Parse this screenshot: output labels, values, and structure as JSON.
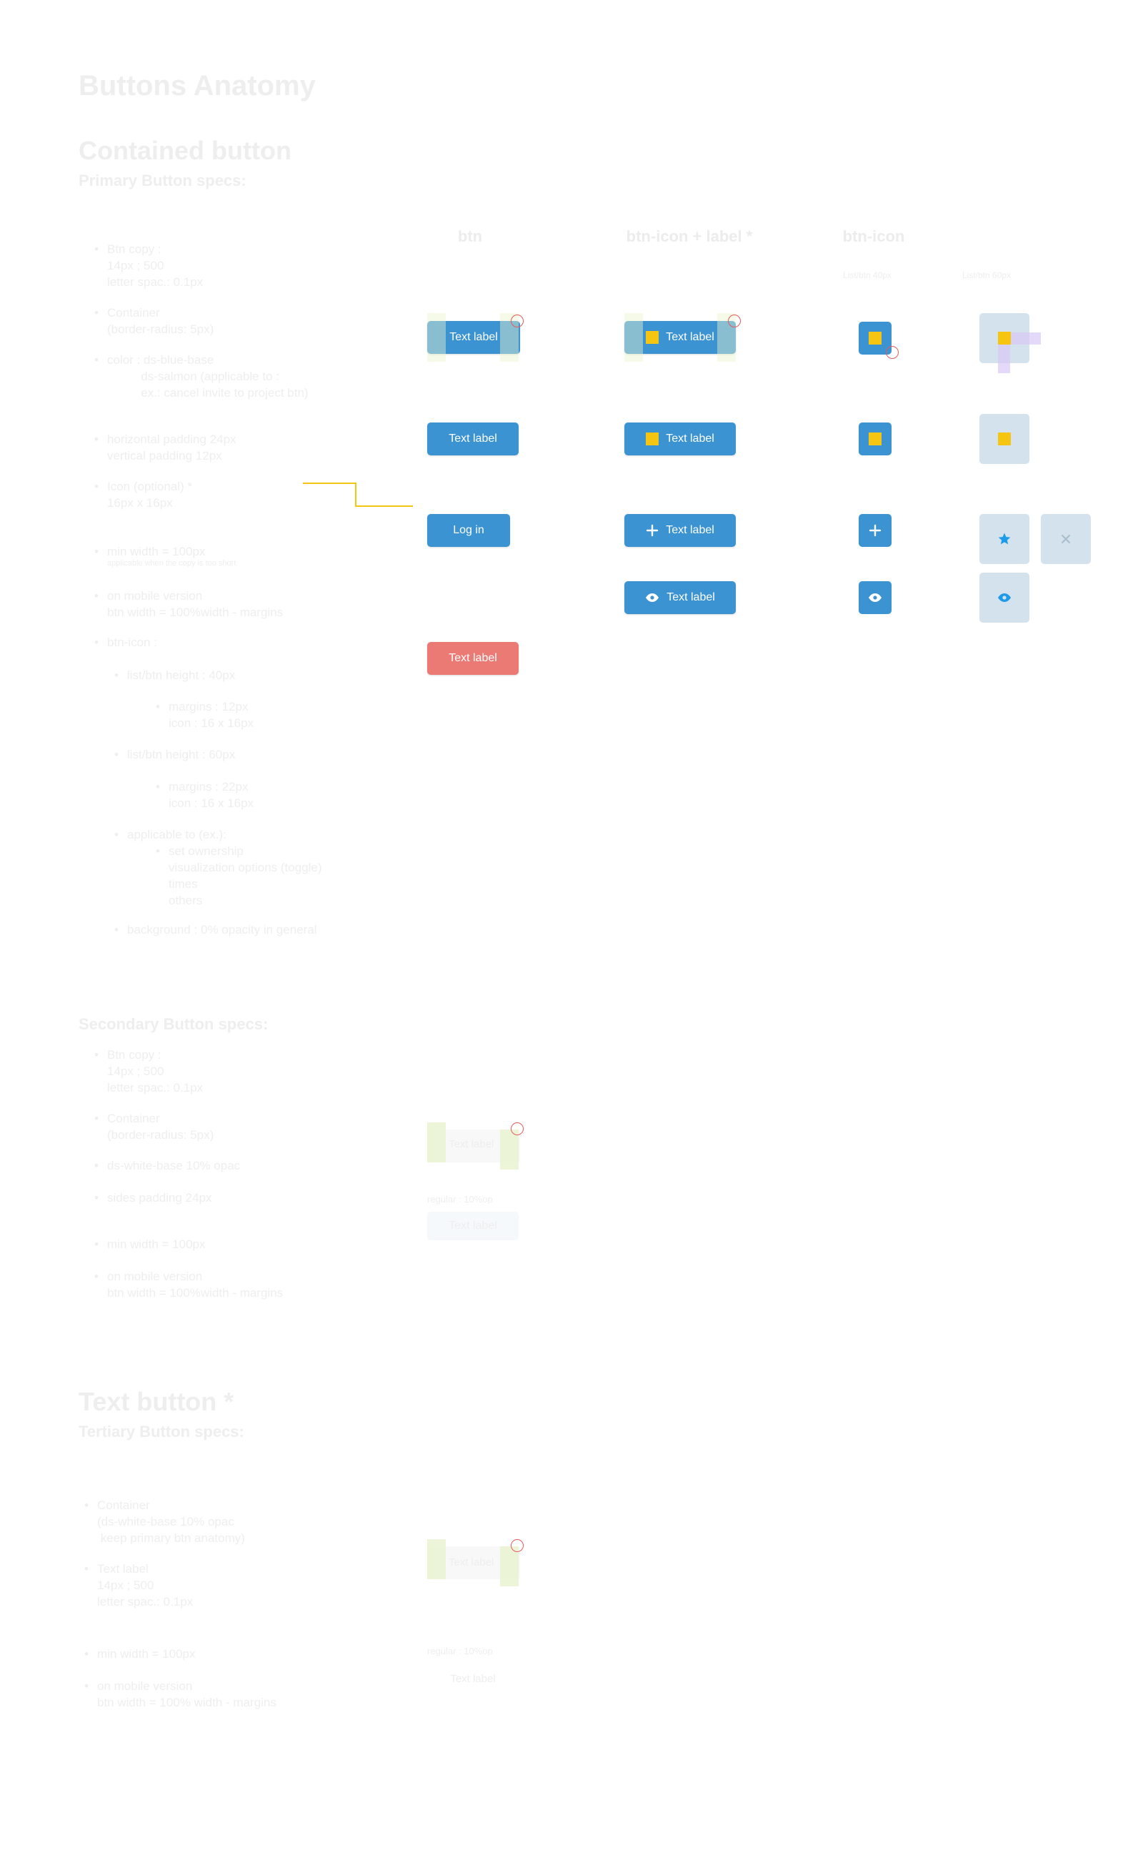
{
  "title": "Buttons Anatomy",
  "contained": {
    "heading": "Contained button",
    "primary_heading": "Primary Button specs:",
    "primary_specs": [
      "Btn copy :\n14px ; 500\nletter spac.: 0.1px",
      "Container\n(border-radius: 5px)",
      "color : ds-blue-base\n          ds-salmon (applicable to :\n          ex.: cancel invite to project btn)",
      "horizontal padding 24px\nvertical padding 12px",
      "Icon (optional) *\n16px x 16px",
      "min width = 100px",
      "on mobile version\nbtn width = 100%width - margins",
      "btn-icon :"
    ],
    "min_width_note": "applicable when the copy is too short",
    "btn_icon_sub": [
      "list/btn height : 40px",
      "list/btn height : 60px",
      "applicable to (ex.):",
      "background : 0% opacity in general"
    ],
    "sub40": "margins : 12px\nicon : 16 x 16px",
    "sub60": "margins : 22px\nicon : 16 x 16px",
    "applicable_list": "set ownership\nvisualization options (toggle)\ntimes\nothers",
    "columns": {
      "btn": "btn",
      "btn_icon_label": "btn-icon + label *",
      "btn_icon": "btn-icon",
      "list40": "List/btn 40px",
      "list60": "List/btn 60px"
    },
    "buttons": {
      "text_label": "Text label",
      "log_in": "Log in",
      "cancel_label": "Text label"
    }
  },
  "secondary": {
    "heading": "Secondary Button specs:",
    "specs": [
      "Btn copy :\n14px ; 500\nletter spac.: 0.1px",
      "Container\n(border-radius: 5px)",
      "ds-white-base 10% opac",
      "sides padding 24px",
      "min width = 100px",
      "on mobile version\nbtn width = 100%width - margins"
    ],
    "demo_label": "Text label",
    "regular_label": "regular : 10%op",
    "button_label": "Text label"
  },
  "text_button": {
    "heading": "Text button *",
    "tertiary_heading": "Tertiary Button specs:",
    "specs": [
      "Container\n(ds-white-base 10% opac\n keep primary btn anatomy)",
      "Text label\n14px ; 500\nletter spac.: 0.1px",
      "min width = 100px",
      "on mobile version\nbtn width = 100% width - margins"
    ],
    "demo_label": "Text label",
    "regular_label": "regular : 10%op",
    "button_label": "Text label"
  },
  "colors": {
    "blue": "#3b93d2",
    "salmon": "#ec7a74",
    "yellow": "#f6c511",
    "tile": "#d3e2ec",
    "star": "#1e9be8"
  },
  "icons": [
    "plus-icon",
    "eye-icon",
    "star-icon",
    "close-icon"
  ]
}
